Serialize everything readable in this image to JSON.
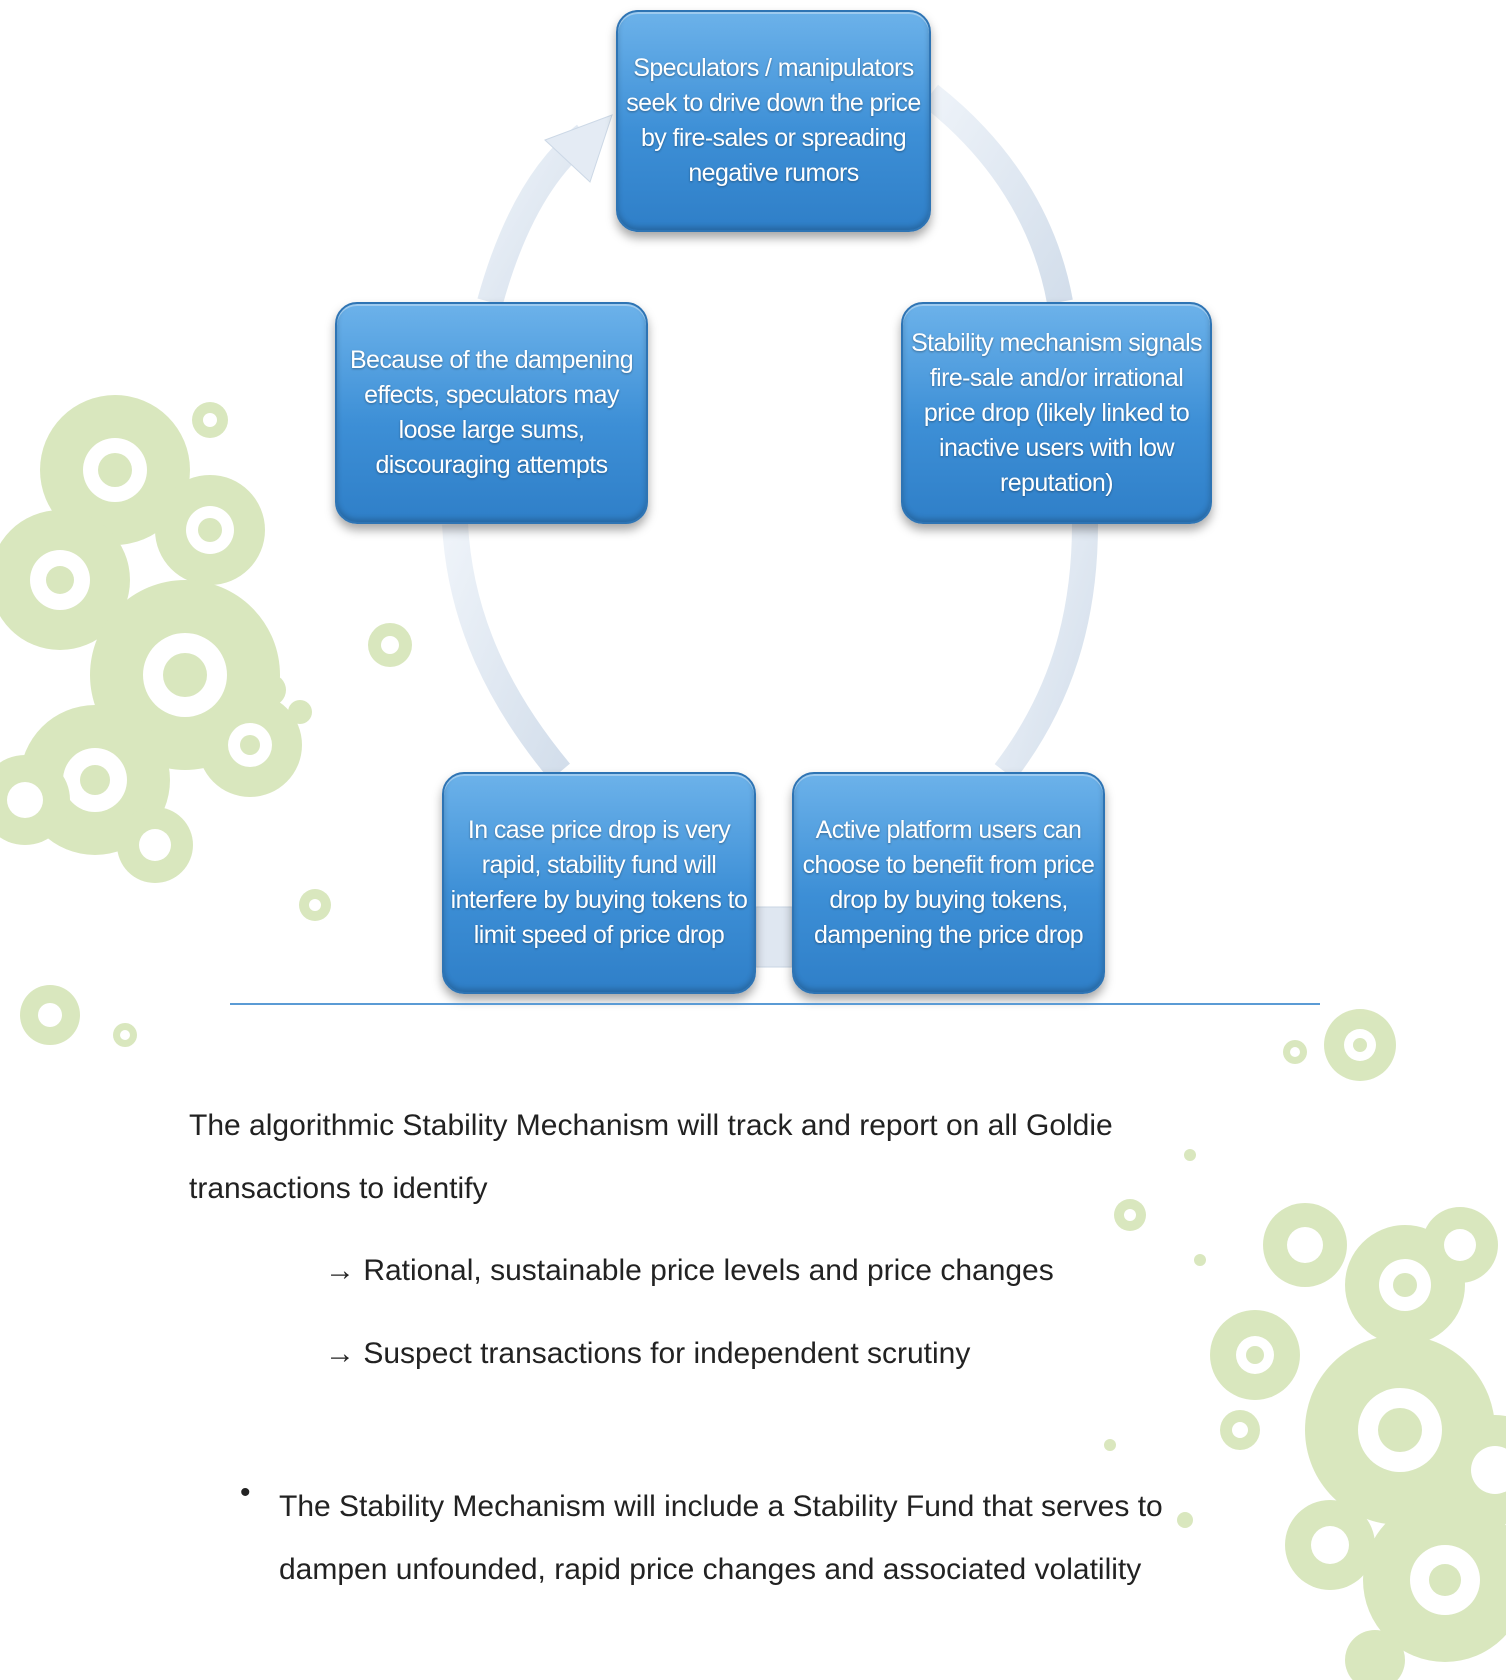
{
  "diagram": {
    "nodes": [
      {
        "id": "top",
        "text": "Speculators / manipulators seek to drive down the price by fire-sales or spreading negative rumors"
      },
      {
        "id": "right",
        "text": "Stability mechanism signals fire-sale and/or irrational price drop (likely linked to inactive users with low reputation)"
      },
      {
        "id": "bottom-right",
        "text": "Active platform users can choose to benefit from price drop by buying tokens, dampening the price drop"
      },
      {
        "id": "bottom-left",
        "text": "In case price drop is very rapid, stability fund will interfere by buying tokens to limit speed of price drop"
      },
      {
        "id": "left",
        "text": "Because of the dampening effects, speculators may loose large sums, discouraging attempts"
      }
    ]
  },
  "body": {
    "intro": "The algorithmic Stability Mechanism will track and report on all Goldie transactions to identify",
    "arrow_items": [
      "→ Rational, sustainable price levels and price changes",
      "→ Suspect transactions for independent scrutiny"
    ],
    "bullet_symbol": "•",
    "bullet_text": "The Stability Mechanism will include a Stability Fund that serves to dampen unfounded, rapid price changes and associated volatility"
  },
  "colors": {
    "node_fill": "#3d8fd6",
    "cycle_arrow": "#dfe8f3",
    "rule": "#5b9bd5",
    "decoration": "#c7dba0"
  }
}
